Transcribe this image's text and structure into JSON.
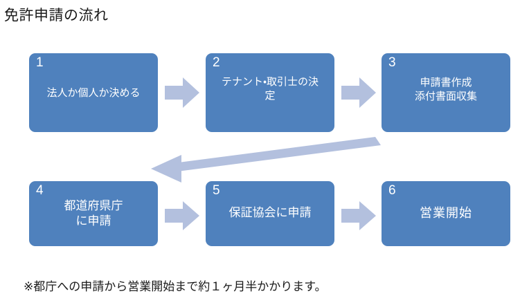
{
  "page": {
    "title": "免許申請の流れ",
    "footer_note": "※都庁への申請から営業開始まで約１ヶ月半かかります。"
  },
  "colors": {
    "box_fill": "#4f81bd",
    "box_text": "#ffffff",
    "arrow_fill": "#b3c0de",
    "background": "#ffffff",
    "body_text": "#1a1a1a"
  },
  "diagram_data": {
    "type": "flowchart",
    "layout": "2 rows x 3 columns, left-to-right then wrap",
    "steps": [
      {
        "number": "1",
        "label": "法人か個人か決める"
      },
      {
        "number": "2",
        "label": "テナント・取引士の決\n定"
      },
      {
        "number": "3",
        "label": "申請書作成\n添付書面収集"
      },
      {
        "number": "4",
        "label": "都道府県庁\nに申請"
      },
      {
        "number": "5",
        "label": "保証協会に申請"
      },
      {
        "number": "6",
        "label": "営業開始"
      }
    ],
    "connectors": [
      {
        "from": "1",
        "to": "2",
        "style": "right-chevron"
      },
      {
        "from": "2",
        "to": "3",
        "style": "right-chevron"
      },
      {
        "from": "3",
        "to": "4",
        "style": "long-diagonal-left-arrow"
      },
      {
        "from": "4",
        "to": "5",
        "style": "right-chevron"
      },
      {
        "from": "5",
        "to": "6",
        "style": "right-chevron"
      }
    ]
  }
}
